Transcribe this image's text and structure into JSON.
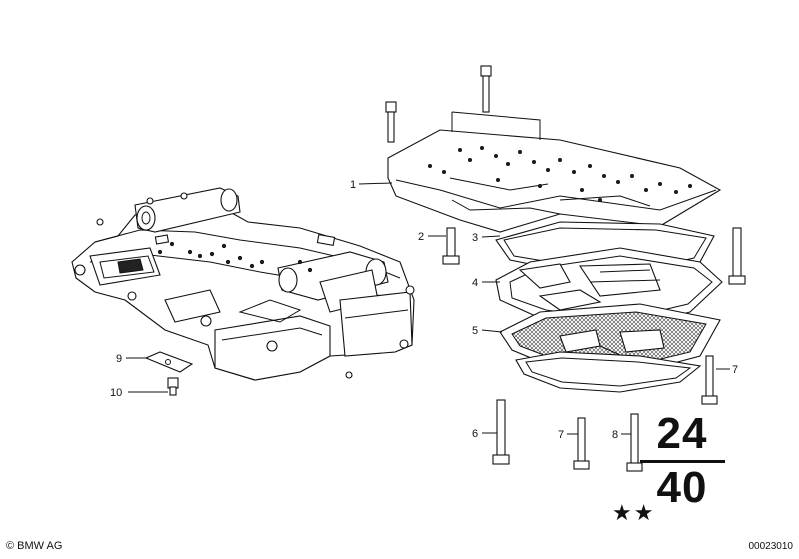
{
  "callouts": [
    {
      "id": "1",
      "text": "1"
    },
    {
      "id": "2",
      "text": "2"
    },
    {
      "id": "3",
      "text": "3"
    },
    {
      "id": "4",
      "text": "4"
    },
    {
      "id": "5",
      "text": "5"
    },
    {
      "id": "6",
      "text": "6"
    },
    {
      "id": "7a",
      "text": "7"
    },
    {
      "id": "7b",
      "text": "7"
    },
    {
      "id": "8",
      "text": "8"
    },
    {
      "id": "9",
      "text": "9"
    },
    {
      "id": "10",
      "text": "10"
    }
  ],
  "group_number": {
    "top": "24",
    "bottom": "40"
  },
  "stars": "★★",
  "copyright": "© BMW AG",
  "image_number": "00023010"
}
